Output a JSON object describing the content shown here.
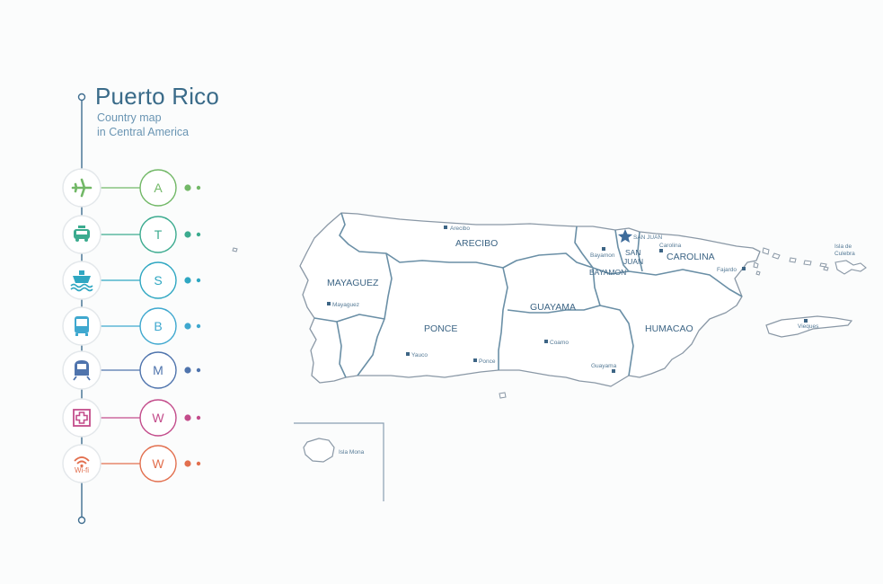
{
  "title": "Puerto Rico",
  "subtitle_lines": [
    "Country map",
    "in Central America"
  ],
  "legend": [
    {
      "icon": "airplane-icon",
      "letter": "A",
      "color": "#72b867"
    },
    {
      "icon": "taxi-icon",
      "letter": "T",
      "color": "#3cab8f"
    },
    {
      "icon": "ship-icon",
      "letter": "S",
      "color": "#2fa7c2"
    },
    {
      "icon": "bus-icon",
      "letter": "B",
      "color": "#3fa8cf"
    },
    {
      "icon": "metro-icon",
      "letter": "M",
      "color": "#4f74ad"
    },
    {
      "icon": "hospital-icon",
      "letter": "W",
      "color": "#c34c8b"
    },
    {
      "icon": "wifi-icon",
      "letter": "W",
      "color": "#e26f4e",
      "icon_text": "Wi-fi"
    }
  ],
  "regions": [
    "ARECIBO",
    "MAYAGUEZ",
    "PONCE",
    "GUAYAMA",
    "HUMACAO",
    "CAROLINA",
    "BAYAMON",
    "SAN",
    "JUAN"
  ],
  "cities": [
    "Arecibo",
    "Mayaguez",
    "Yauco",
    "Ponce",
    "Coamo",
    "Guayama",
    "Bayamon",
    "Carolina",
    "Fajardo",
    "SAN JUAN",
    "Vieques",
    "Isla de",
    "Culebra",
    "Isla Mona"
  ],
  "colors": {
    "title": "#3a6b89",
    "map_outline": "#8a98a6",
    "region_border": "#6a8fa6",
    "map_text": "#3d6585",
    "capital_star": "#3d6b9a"
  }
}
